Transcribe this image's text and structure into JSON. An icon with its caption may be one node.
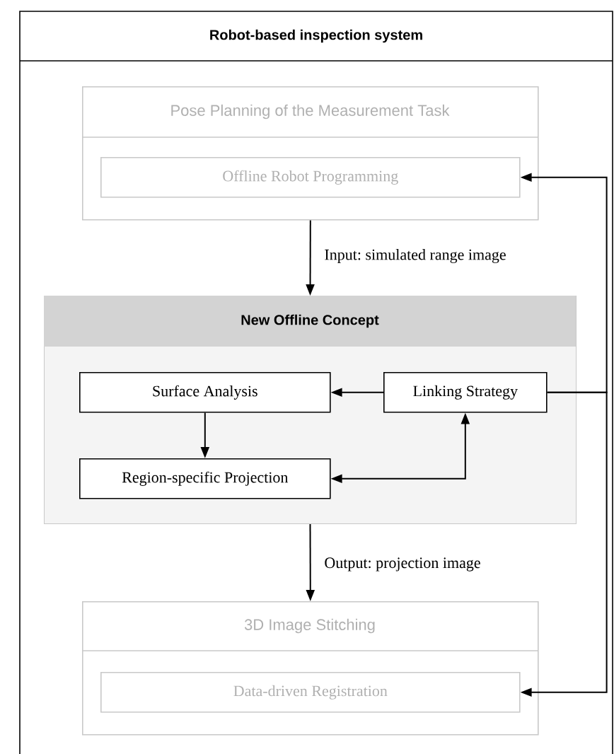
{
  "diagram": {
    "nodes": [
      {
        "text": [
          "Robot-based inspection system"
        ]
      },
      {
        "text": [
          "Pose Planning of the Measurement Task"
        ],
        "in": 0
      },
      {
        "text": [
          "Offline Robot Programming"
        ],
        "in": 1
      },
      {
        "text": [
          "New Offline Concept"
        ],
        "in": 0
      },
      {
        "text": [
          "Surface Analysis"
        ],
        "in": 3
      },
      {
        "text": [
          "Linking Strategy"
        ],
        "in": 3
      },
      {
        "text": [
          "Region-specific Projection"
        ],
        "in": 3
      },
      {
        "text": [
          "3D Image Stitching"
        ],
        "in": 0
      },
      {
        "text": [
          "Data-driven Registration"
        ],
        "in": 7
      }
    ],
    "edges": [
      {
        "from": 1,
        "to": 3,
        "arrow": "to",
        "label": "Input: simulated range image"
      },
      {
        "from": 5,
        "to": 4,
        "arrow": "to"
      },
      {
        "from": 4,
        "to": 6,
        "arrow": "to"
      },
      {
        "from": 6,
        "to": 5,
        "arrow": "both"
      },
      {
        "from": 5,
        "to": 2,
        "arrow": "to"
      },
      {
        "from": 5,
        "to": 8,
        "arrow": "to"
      },
      {
        "from": 3,
        "to": 7,
        "arrow": "to",
        "label": "Output: projection image"
      }
    ]
  }
}
